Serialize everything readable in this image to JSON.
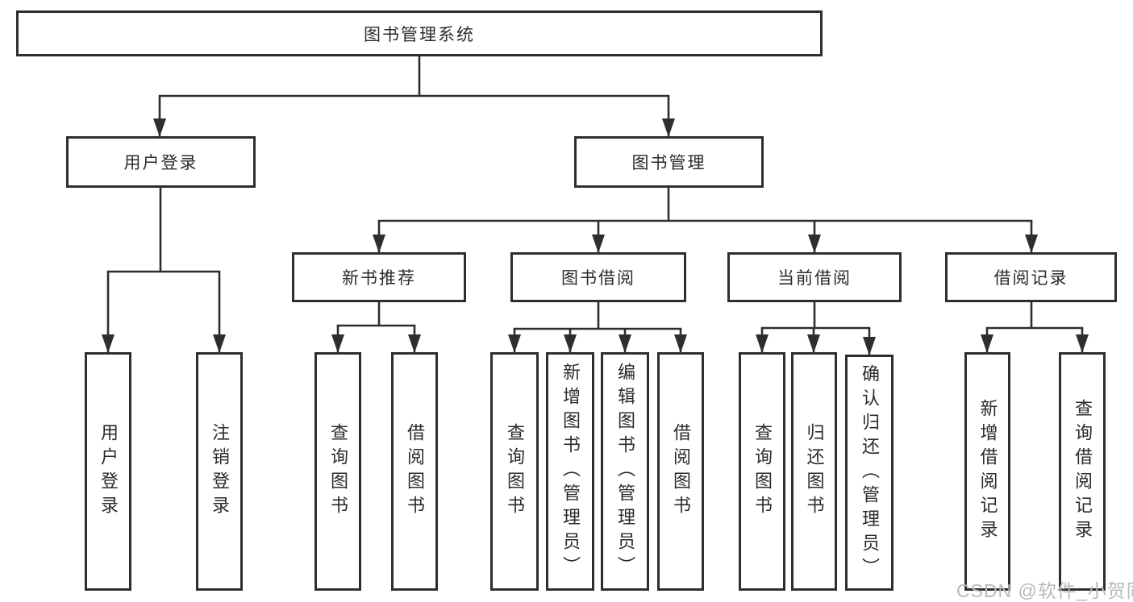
{
  "tree": {
    "root": {
      "label": "图书管理系统"
    },
    "branches": [
      {
        "label": "用户登录",
        "children": [
          {
            "label": "用户登录"
          },
          {
            "label": "注销登录"
          }
        ]
      },
      {
        "label": "图书管理",
        "children": [
          {
            "label": "新书推荐",
            "children": [
              {
                "label": "查询图书"
              },
              {
                "label": "借阅图书"
              }
            ]
          },
          {
            "label": "图书借阅",
            "children": [
              {
                "label": "查询图书"
              },
              {
                "label": "新增图书（管理员）"
              },
              {
                "label": "编辑图书（管理员）"
              },
              {
                "label": "借阅图书"
              }
            ]
          },
          {
            "label": "当前借阅",
            "children": [
              {
                "label": "查询图书"
              },
              {
                "label": "归还图书"
              },
              {
                "label": "确认归还（管理员）"
              }
            ]
          },
          {
            "label": "借阅记录",
            "children": [
              {
                "label": "新增借阅记录"
              },
              {
                "label": "查询借阅记录"
              }
            ]
          }
        ]
      }
    ]
  },
  "watermark": {
    "text": "CSDN @软件_小贺同学"
  },
  "colors": {
    "line": "#2e2e2e",
    "box_border": "#2e2e2e",
    "text": "#2b2b2b",
    "background": "#ffffff",
    "watermark": "#b9b9b9"
  }
}
